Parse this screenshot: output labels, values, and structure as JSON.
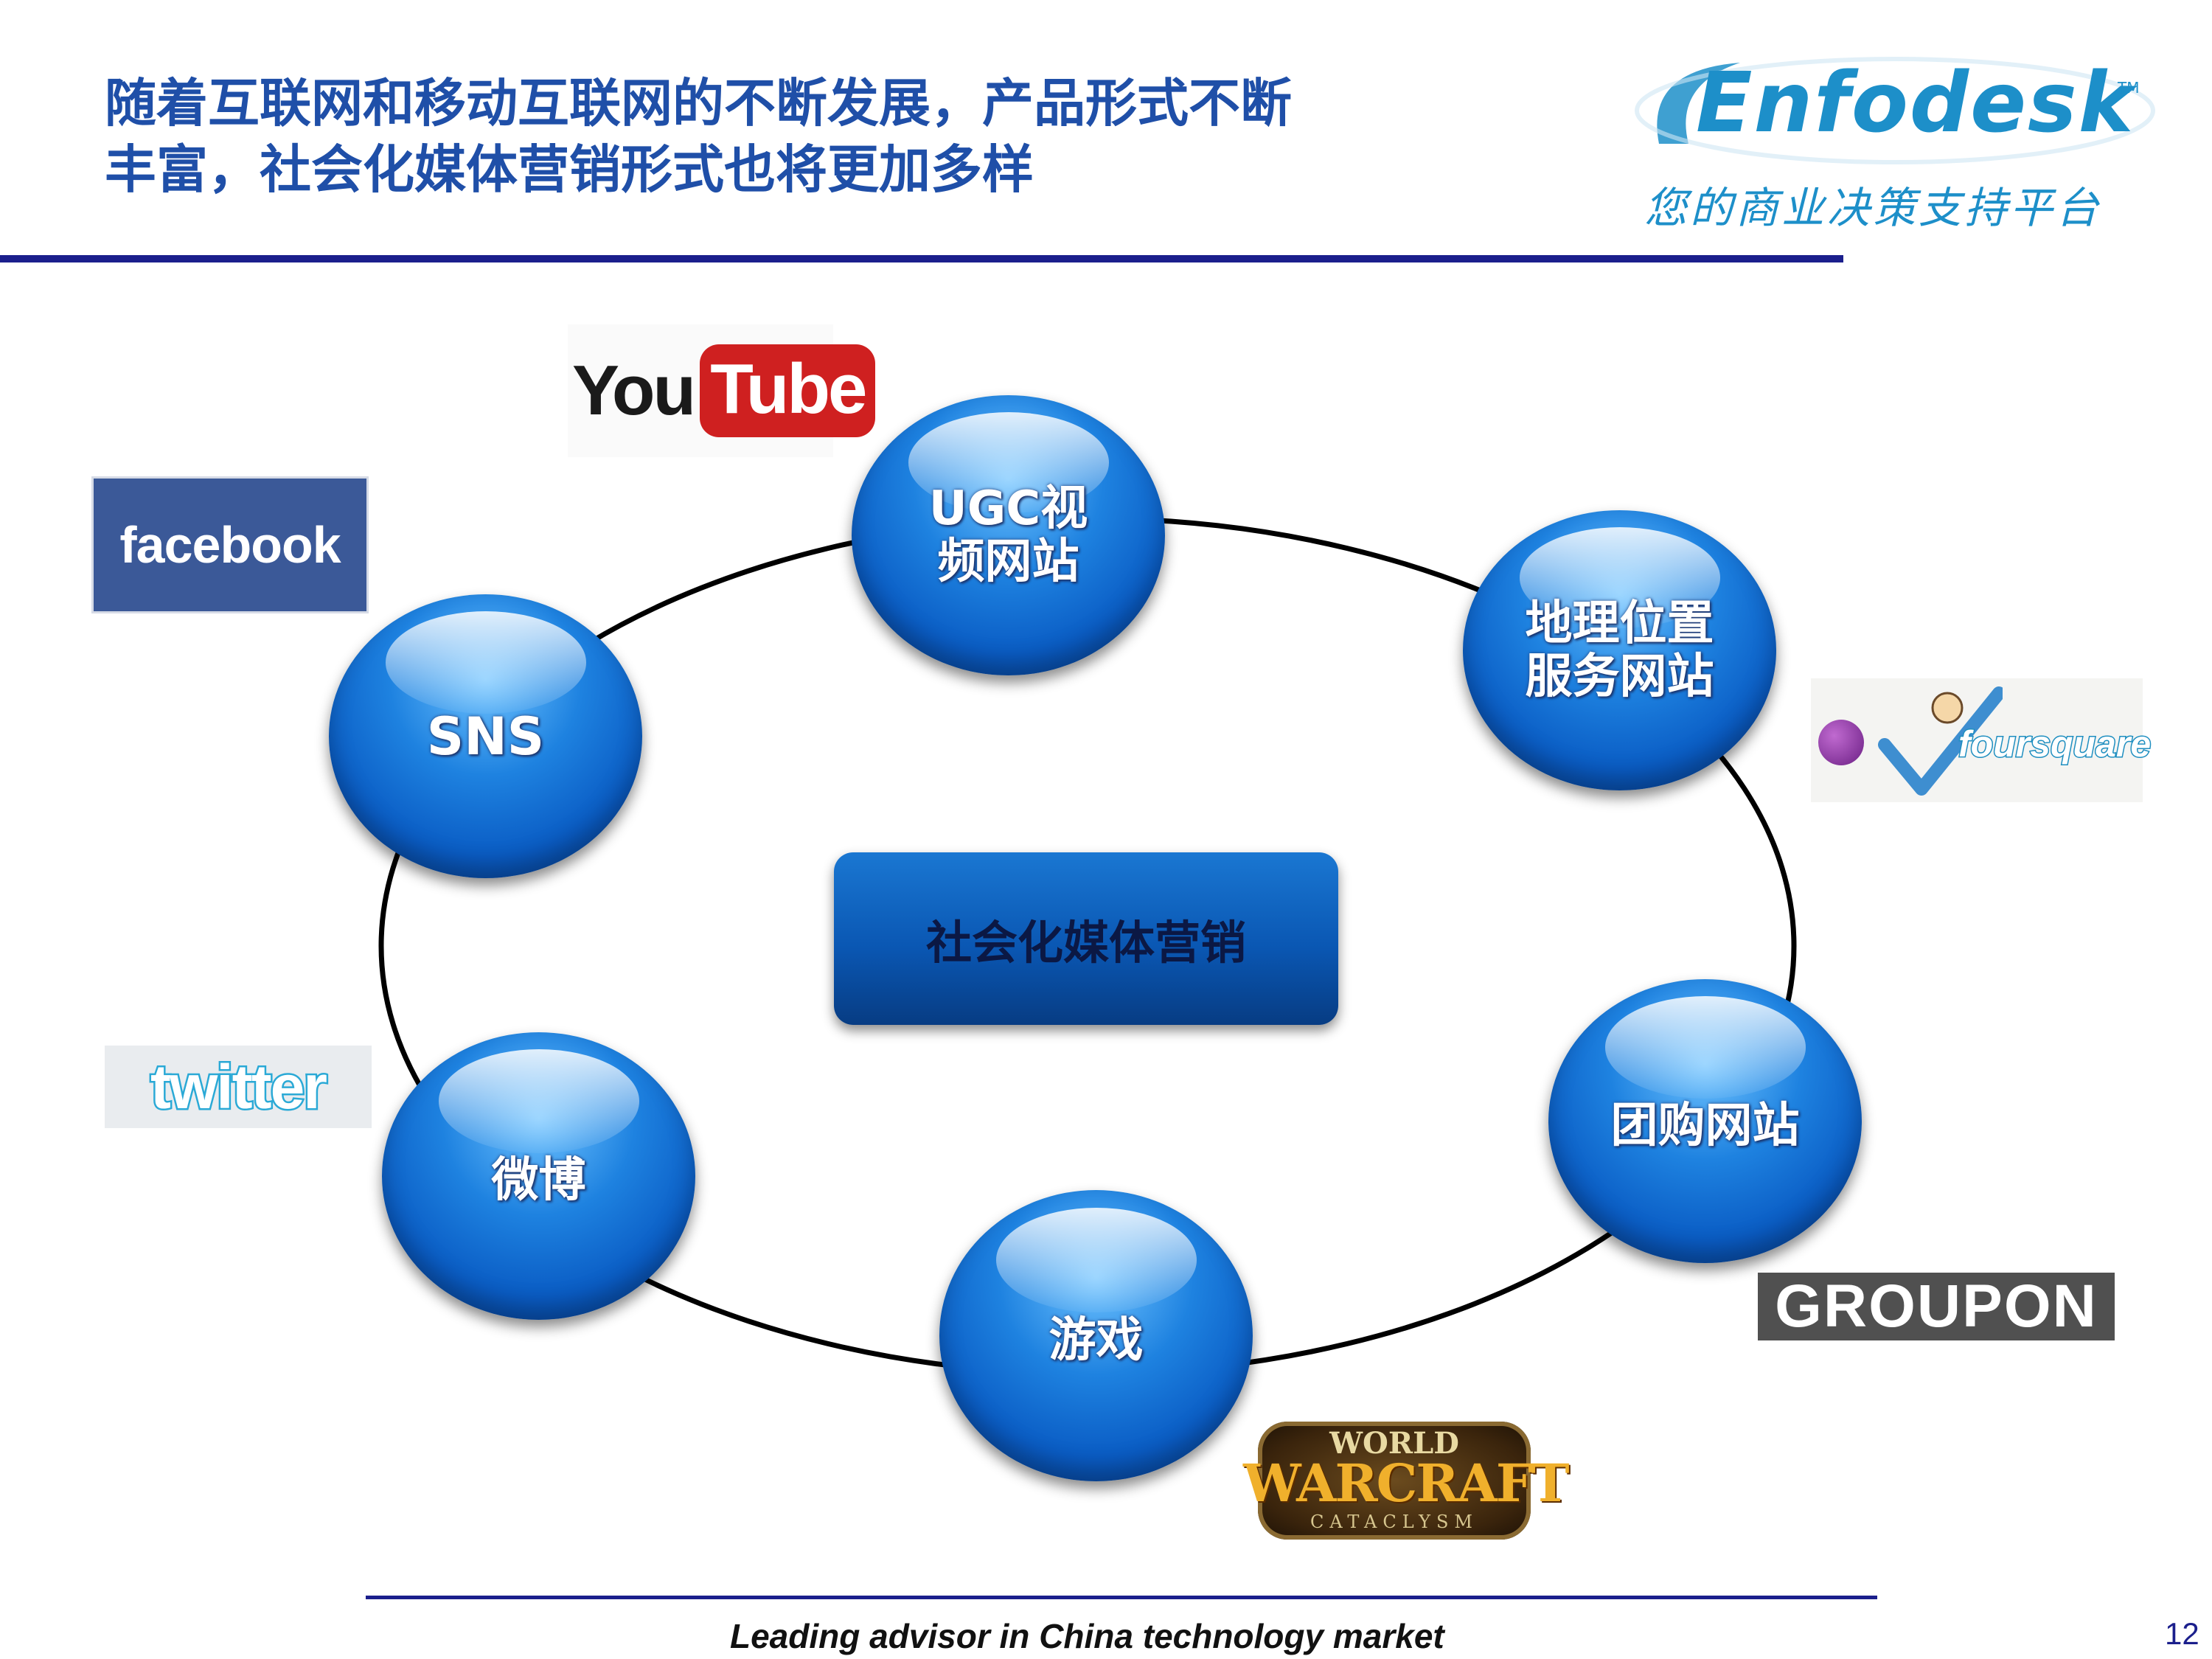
{
  "header": {
    "title_line1": "随着互联网和移动互联网的不断发展，产品形式不断",
    "title_line2": "丰富，社会化媒体营销形式也将更加多样"
  },
  "logo": {
    "wordmark": "Enfodesk",
    "trademark": "TM",
    "slogan": "您的商业决策支持平台"
  },
  "diagram": {
    "center": "社会化媒体营销",
    "nodes": [
      {
        "id": "ugc",
        "label_line1": "UGC视",
        "label_line2": "频网站"
      },
      {
        "id": "lbs",
        "label_line1": "地理位置",
        "label_line2": "服务网站"
      },
      {
        "id": "sns",
        "label_line1": "SNS",
        "label_line2": ""
      },
      {
        "id": "groupbuy",
        "label_line1": "团购网站",
        "label_line2": ""
      },
      {
        "id": "weibo",
        "label_line1": "微博",
        "label_line2": ""
      },
      {
        "id": "games",
        "label_line1": "游戏",
        "label_line2": ""
      }
    ]
  },
  "brands": {
    "youtube_you": "You",
    "youtube_tube": "Tube",
    "facebook": "facebook",
    "twitter": "twitter",
    "foursquare": "foursquare",
    "groupon": "GROUPON",
    "wow_world": "WORLD",
    "wow_warcraft": "WARCRAFT",
    "wow_cataclysm": "CATACLYSM"
  },
  "colors": {
    "title": "#1f4fa8",
    "rule": "#1b1f8c",
    "bubble": "#1e82e0",
    "center_box": "#0a57b3",
    "logo": "#1d8fc9"
  },
  "footer": {
    "tagline": "Leading advisor in China technology market",
    "page_number": "12"
  }
}
